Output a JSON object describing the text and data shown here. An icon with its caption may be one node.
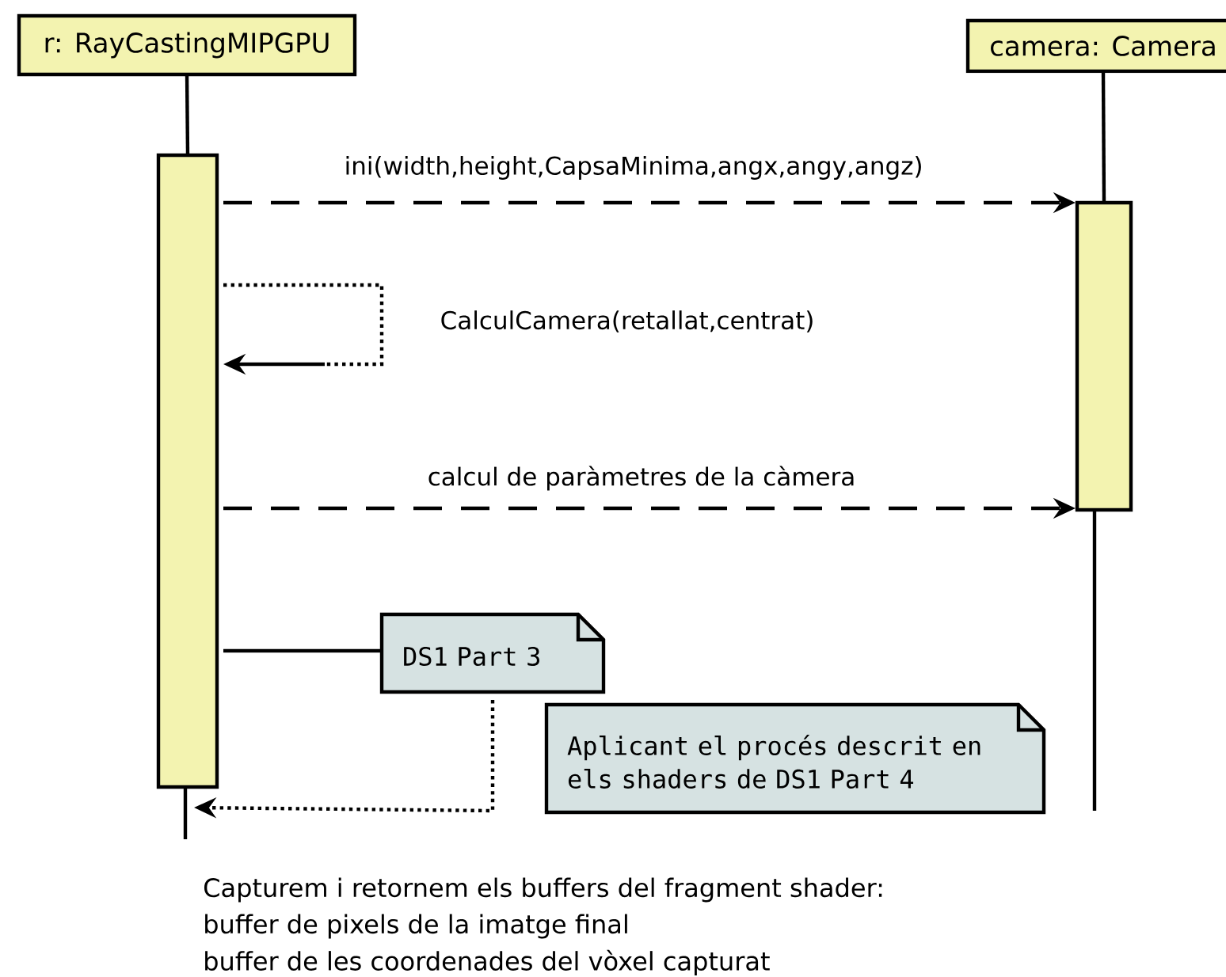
{
  "diagram": {
    "nodes": [
      {
        "text": [
          "r: RayCastingMIPGPU"
        ]
      },
      {
        "text": [
          "camera: Camera"
        ]
      },
      {
        "text": [],
        "shape": "bar"
      },
      {
        "text": [],
        "shape": "bar"
      },
      {
        "text": [
          "DS1 Part 3"
        ]
      },
      {
        "text": [
          "Aplicant el procés descrit en els shaders de DS1 Part 4"
        ]
      }
    ],
    "edges": [
      {
        "from": 0,
        "to": 2,
        "arrow": "none"
      },
      {
        "from": 1,
        "to": 3,
        "arrow": "none"
      },
      {
        "from": 2,
        "to": 3,
        "arrow": "to",
        "style": "dashed",
        "label": "ini(width,height,CapsaMinima,angx,angy,angz)"
      },
      {
        "from": 2,
        "to": 2,
        "arrow": "to",
        "style": "dashed",
        "label": "CalculCamera(retallat,centrat)"
      },
      {
        "from": 2,
        "to": 3,
        "arrow": "to",
        "style": "dashed",
        "label": "calcul de paràmetres de la càmera"
      },
      {
        "from": 2,
        "to": 4,
        "arrow": "none"
      },
      {
        "from": 4,
        "to": 2,
        "arrow": "to",
        "style": "dashed"
      }
    ],
    "labels": [
      "Capturem i retornem els buffers del fragment shader:",
      "buffer de pixels de la imatge final",
      "buffer de les coordenades del vòxel capturat"
    ]
  }
}
